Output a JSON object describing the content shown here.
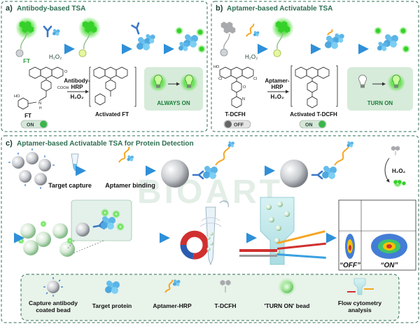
{
  "panel_a": {
    "letter": "a)",
    "title": "Antibody-based TSA",
    "h2o2": "H₂O₂",
    "ft_short": "FT",
    "reagent_line1": "Antibody-",
    "reagent_line2": "HRP",
    "reagent_h2o2": "H₂O₂",
    "ft_label": "FT",
    "activated_label": "Activated FT",
    "toggle": "ON",
    "always_on": "ALWAYS ON",
    "nh": "N",
    "oh": "HO",
    "cooh": "COOH",
    "o": "O",
    "h": "H"
  },
  "panel_b": {
    "letter": "b)",
    "title": "Aptamer-based Activatable TSA",
    "h2o2": "H₂O₂",
    "reagent_line1": "Aptamer-",
    "reagent_line2": "HRP",
    "reagent_h2o2": "H₂O₂",
    "tdcfh_label": "T-DCFH",
    "activated_label": "Activated T-DCFH",
    "toggle_off": "OFF",
    "toggle_on": "ON",
    "turn_on": "TURN ON",
    "cl": "Cl",
    "oh": "HO",
    "n": "N",
    "o": "O"
  },
  "panel_c": {
    "letter": "c)",
    "title": "Aptamer-based Activatable TSA for Protein Detection",
    "target_capture": "Target capture",
    "aptamer_binding": "Aptamer binding",
    "h2o2": "H₂O₂",
    "off_label": "“OFF”",
    "on_label": "“ON”"
  },
  "legend": {
    "items": [
      {
        "label": "Capture antibody\ncoated bead"
      },
      {
        "label": "Target protein"
      },
      {
        "label": "Aptamer-HRP"
      },
      {
        "label": "T-DCFH"
      },
      {
        "label": "'TURN ON' bead"
      },
      {
        "label": "Flow cytometry\nanalysis"
      }
    ]
  },
  "colors": {
    "panel_border": "#2e6f52",
    "arrow_blue": "#3aa0e0",
    "green_glow": "#39d22b",
    "aptamer_orange": "#f5a623",
    "antibody_blue": "#3b78c9",
    "protein_blue": "#5ab4e8",
    "toggle_green": "#3bb54a"
  },
  "watermark": "BIOART"
}
